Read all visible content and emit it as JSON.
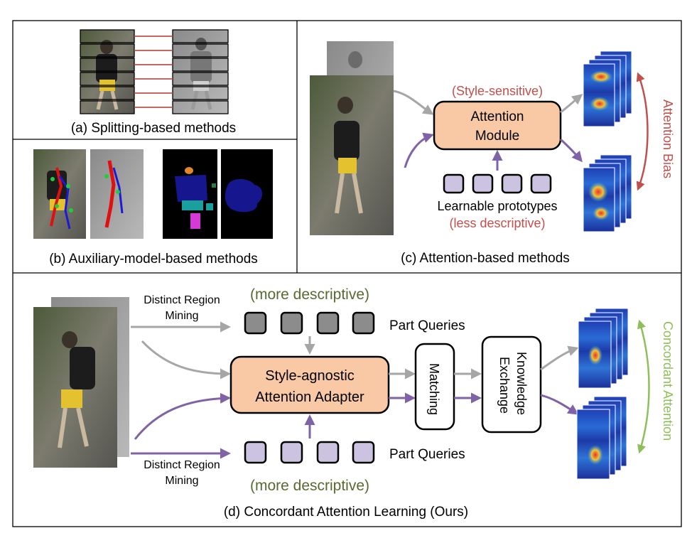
{
  "panels": {
    "a": {
      "caption": "(a) Splitting-based methods"
    },
    "b": {
      "caption": "(b) Auxiliary-model-based methods"
    },
    "c": {
      "caption": "(c) Attention-based methods",
      "style_sensitive": "(Style-sensitive)",
      "module_line1": "Attention",
      "module_line2": "Module",
      "prototypes_label": "Learnable prototypes",
      "less_descriptive": "(less descriptive)",
      "bias_label": "Attention Bias"
    },
    "d": {
      "caption": "(d) Concordant Attention Learning (Ours)",
      "drm_top_line1": "Distinct Region",
      "drm_top_line2": "Mining",
      "drm_bot_line1": "Distinct Region",
      "drm_bot_line2": "Mining",
      "more_desc_top": "(more descriptive)",
      "more_desc_bot": "(more descriptive)",
      "part_queries_top": "Part Queries",
      "part_queries_bot": "Part Queries",
      "adapter_line1": "Style-agnostic",
      "adapter_line2": "Attention Adapter",
      "matching": "Matching",
      "knowledge_line1": "Knowledge",
      "knowledge_line2": "Exchange",
      "concordant_label": "Concordant Attention"
    }
  },
  "colors": {
    "gray_arrow": "#a6a6a6",
    "purple_arrow": "#7f63a6",
    "module_fill": "#f8c9a4",
    "query_gray": "#8c8c8c",
    "query_purple": "#cbc3df",
    "red_text": "#c0504d",
    "green_text": "#556b2f",
    "green_arc": "#8fbf5a"
  }
}
